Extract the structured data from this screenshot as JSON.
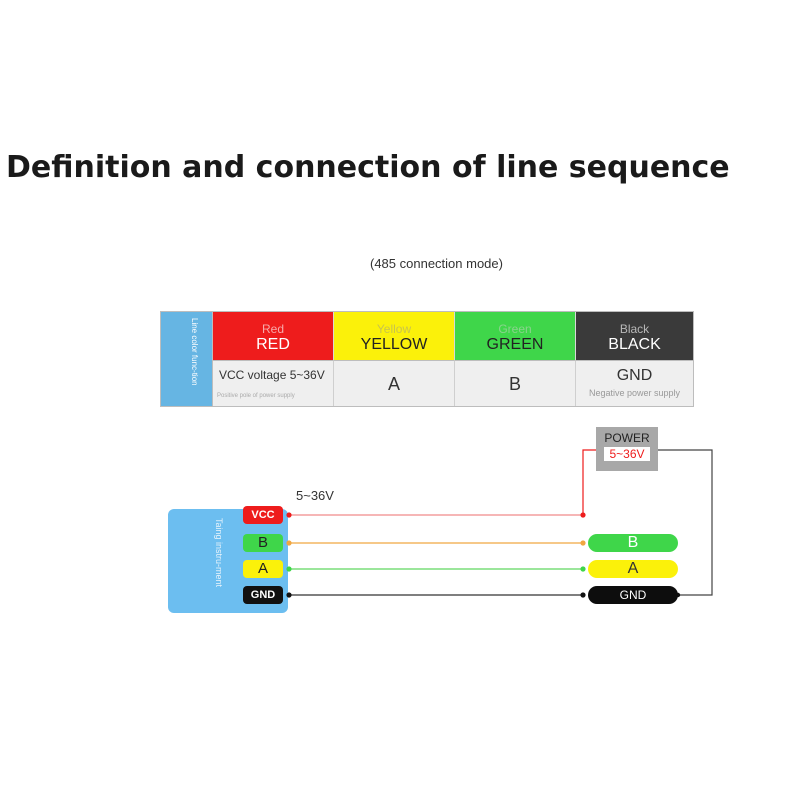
{
  "title": "Definition and connection of line sequence",
  "subtitle": "(485 connection mode)",
  "table": {
    "side_label": "Line color func-tion",
    "headers": [
      {
        "small": "Red",
        "big": "RED"
      },
      {
        "small": "Yellow",
        "big": "YELLOW"
      },
      {
        "small": "Green",
        "big": "GREEN"
      },
      {
        "small": "Black",
        "big": "BLACK"
      }
    ],
    "functions": {
      "vcc_main": "VCC voltage 5~36V",
      "vcc_note": "Positive pole of power supply",
      "a": "A",
      "b": "B",
      "gnd_main": "GND",
      "gnd_note": "Negative power supply"
    }
  },
  "diagram": {
    "voltage_label": "5~36V",
    "device_label": "Taing instru-ment",
    "pins": {
      "vcc": "VCC",
      "b": "B",
      "a": "A",
      "gnd": "GND"
    },
    "power": {
      "title": "POWER",
      "range": "5~36V"
    },
    "targets": {
      "b": "B",
      "a": "A",
      "gnd": "GND"
    }
  },
  "colors": {
    "red": "#ee1c1c",
    "yellow": "#fbf10a",
    "green": "#3fd64a",
    "black": "#3a3a3a",
    "device_blue": "#6cbef0"
  }
}
